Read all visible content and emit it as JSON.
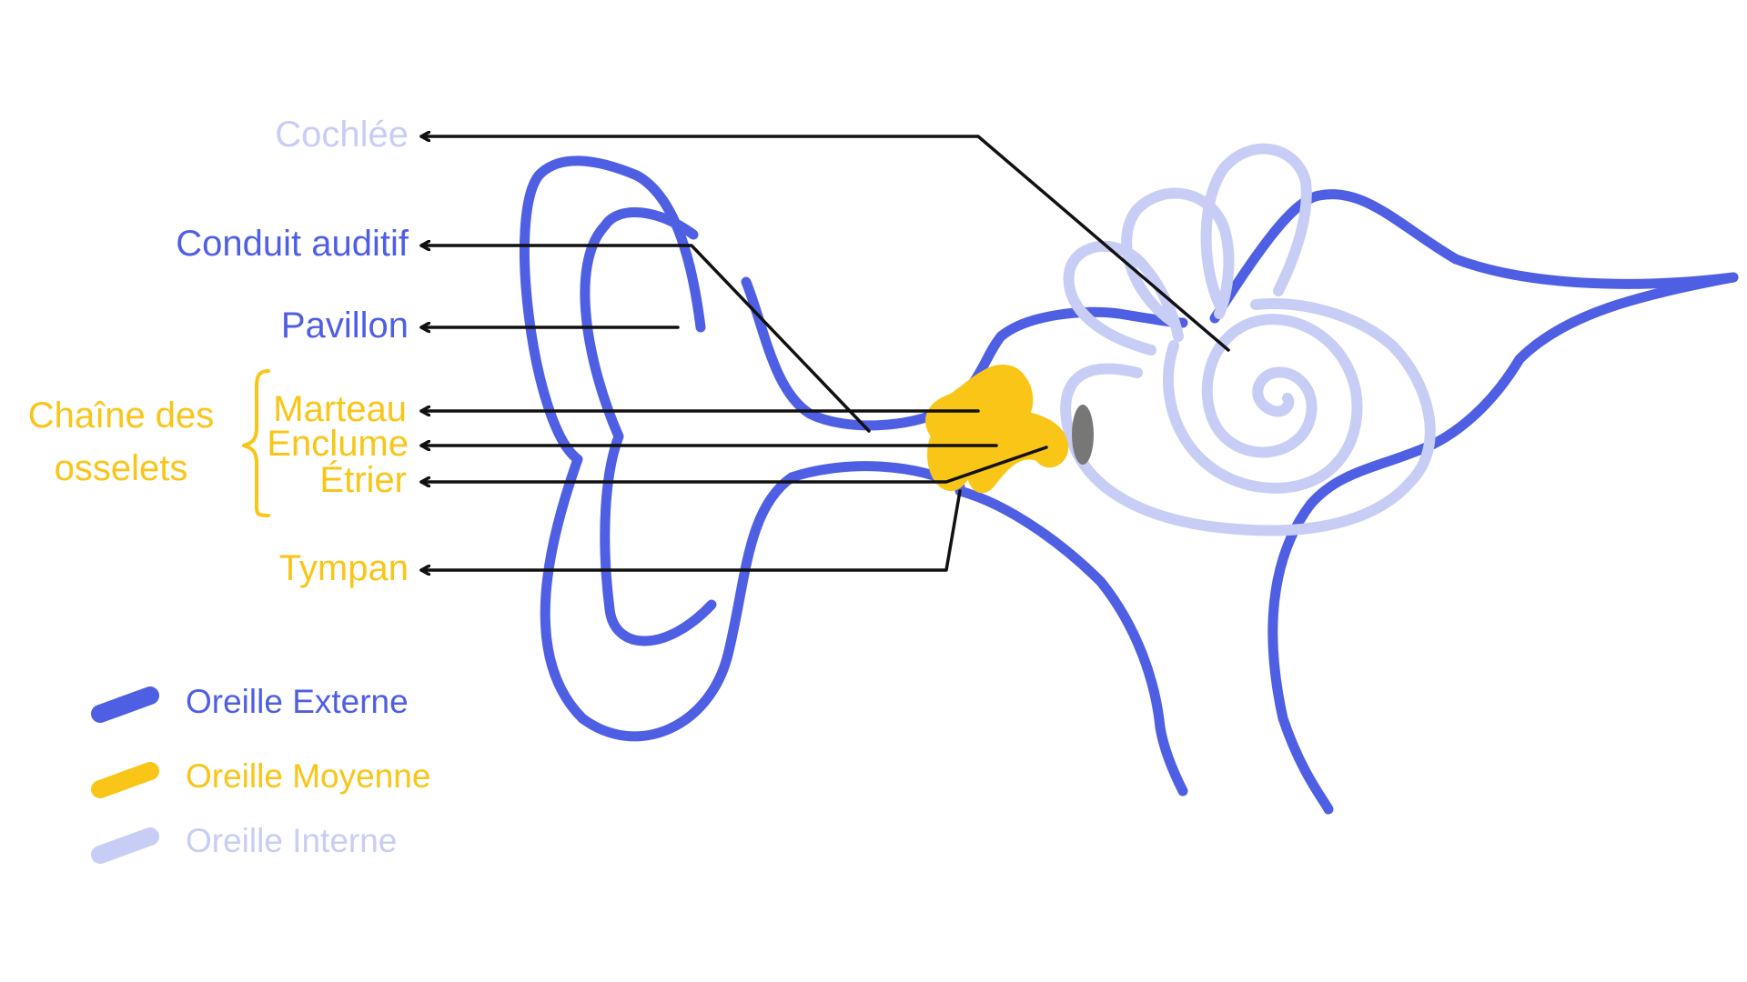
{
  "colors": {
    "outer": "#4f5fe4",
    "middle": "#f9c517",
    "inner": "#c8cdf5",
    "pointer": "#111111",
    "window": "#777777",
    "background": "#ffffff"
  },
  "labels": {
    "cochlee": "Cochlée",
    "conduit_auditif": "Conduit auditif",
    "pavillon": "Pavillon",
    "chaine_line1": "Chaîne des",
    "chaine_line2": "osselets",
    "marteau": "Marteau",
    "enclume": "Enclume",
    "etrier": "Étrier",
    "tympan": "Tympan"
  },
  "legend": [
    {
      "name": "Oreille Externe",
      "color": "#4f5fe4"
    },
    {
      "name": "Oreille Moyenne",
      "color": "#f9c517"
    },
    {
      "name": "Oreille Interne",
      "color": "#c8cdf5"
    }
  ]
}
